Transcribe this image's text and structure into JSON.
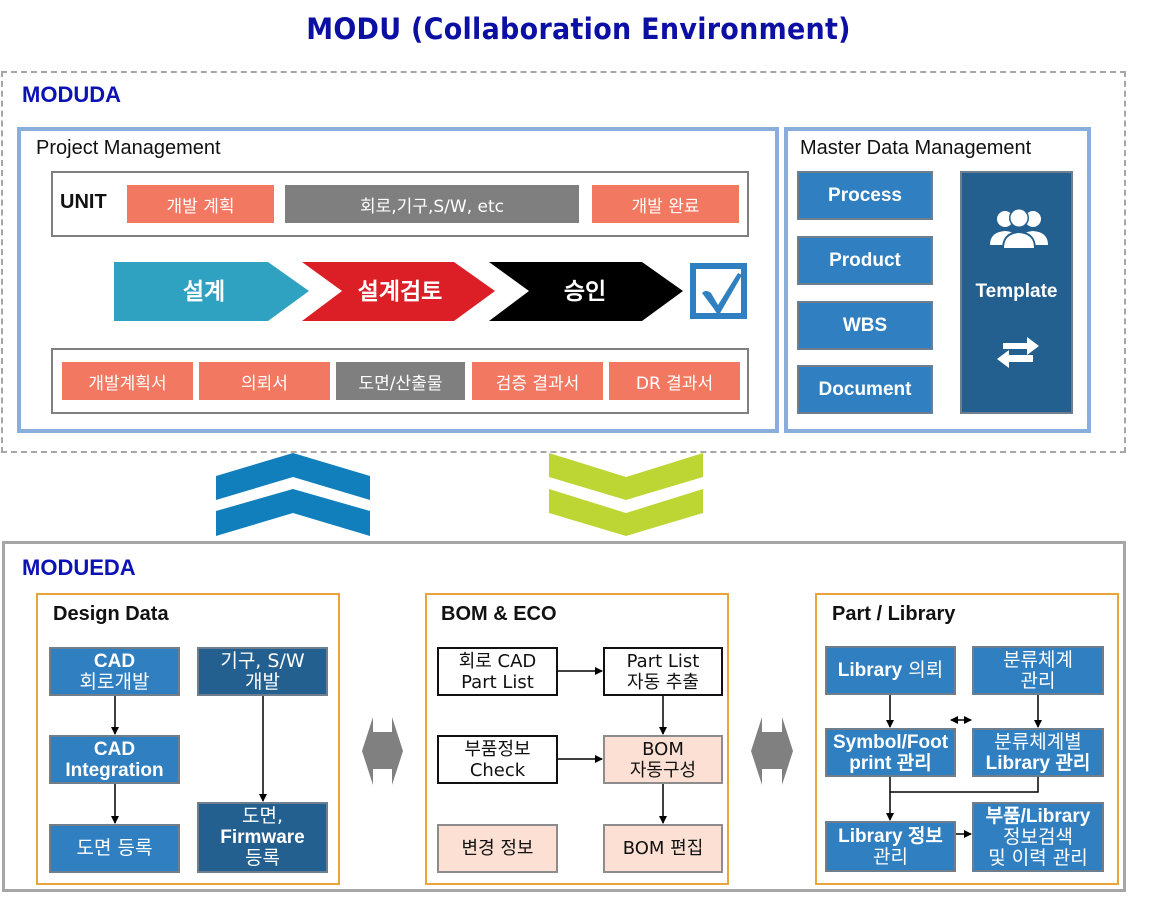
{
  "title": "MODU (Collaboration Environment)",
  "moduda": {
    "label": "MODUDA",
    "project_management": {
      "title": "Project Management",
      "unit": {
        "label": "UNIT",
        "chips": [
          {
            "text": "개발 계획",
            "color": "#f37862"
          },
          {
            "text": "회로,기구,S/W, etc",
            "color": "#7f7f7f"
          },
          {
            "text": "개발 완료",
            "color": "#f37862"
          }
        ]
      },
      "process_steps": [
        {
          "text": "설계",
          "color": "#2ea2c0"
        },
        {
          "text": "설계검토",
          "color": "#dc1f26"
        },
        {
          "text": "승인",
          "color": "#000000"
        }
      ],
      "approval_icon": "checkbox-checked-icon",
      "documents": [
        {
          "text": "개발계획서",
          "color": "#f37862"
        },
        {
          "text": "의뢰서",
          "color": "#f37862"
        },
        {
          "text": "도면/산출물",
          "color": "#7f7f7f"
        },
        {
          "text": "검증 결과서",
          "color": "#f37862"
        },
        {
          "text": "DR 결과서",
          "color": "#f37862"
        }
      ]
    },
    "master_data": {
      "title": "Master Data Management",
      "items": [
        "Process",
        "Product",
        "WBS",
        "Document"
      ],
      "template": {
        "label": "Template",
        "icons": [
          "users-icon",
          "exchange-arrows-icon"
        ]
      }
    }
  },
  "connectors": {
    "up_color": "#117fbb",
    "down_color": "#bdd634"
  },
  "modueda": {
    "label": "MODUEDA",
    "design_data": {
      "title": "Design Data",
      "boxes": {
        "cad_circuit": [
          "CAD",
          "회로개발"
        ],
        "mech_sw": [
          "기구, S/W",
          "개발"
        ],
        "cad_integration": [
          "CAD",
          "Integration"
        ],
        "drawing_register": [
          "도면 등록"
        ],
        "drawing_firmware": [
          "도면,",
          "Firmware",
          "등록"
        ]
      }
    },
    "bom_eco": {
      "title": "BOM & ECO",
      "boxes": {
        "circuit_cad_partlist": [
          "회로 CAD",
          "Part List"
        ],
        "partlist_extract": [
          "Part List",
          "자동 추출"
        ],
        "part_info_check": [
          "부품정보",
          "Check"
        ],
        "bom_auto": [
          "BOM",
          "자동구성"
        ],
        "change_info": [
          "변경 정보"
        ],
        "bom_edit": [
          "BOM 편집"
        ]
      }
    },
    "part_library": {
      "title": "Part / Library",
      "boxes": {
        "library_request": [
          "Library 의뢰"
        ],
        "classification_mgmt": [
          "분류체계",
          "관리"
        ],
        "symbol_footprint": [
          "Symbol/Foot",
          "print 관리"
        ],
        "class_library_mgmt": [
          "분류체계별",
          "Library 관리"
        ],
        "library_info_mgmt": [
          "Library 정보",
          "관리"
        ],
        "part_library_search": [
          "부품/Library",
          "정보검색",
          "및 이력 관리"
        ]
      }
    }
  }
}
